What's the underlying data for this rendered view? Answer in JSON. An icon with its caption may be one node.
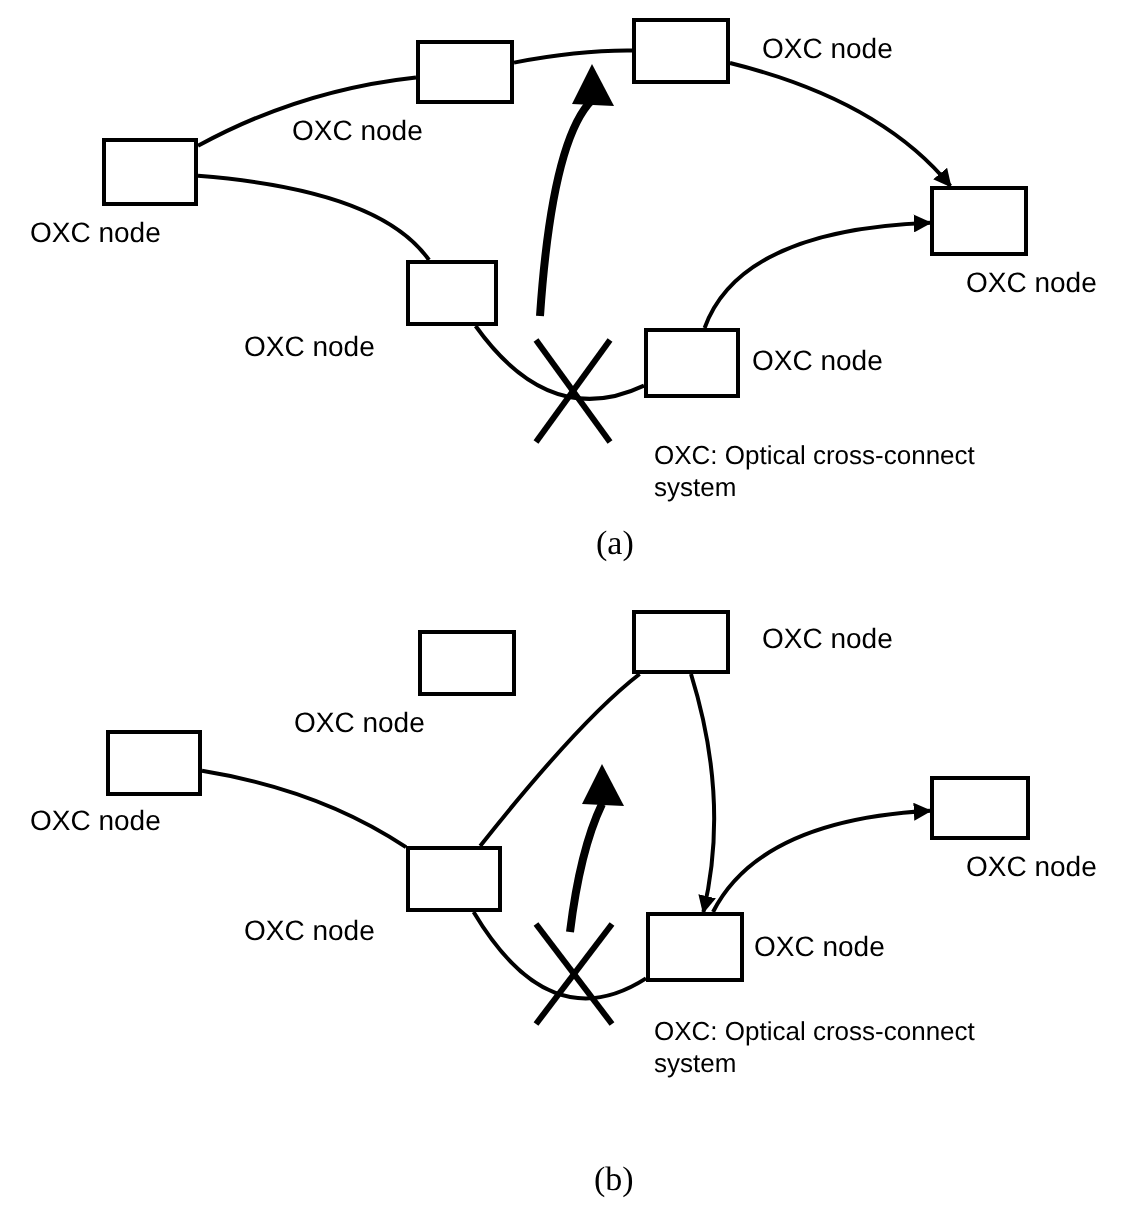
{
  "diagram": {
    "nodes": [
      {
        "text": [],
        "shape": "box",
        "beside": [
          "OXC node"
        ]
      },
      {
        "text": [],
        "shape": "box",
        "beside": [
          "OXC node"
        ]
      },
      {
        "text": [],
        "shape": "box",
        "beside": [
          "OXC node"
        ]
      },
      {
        "text": [],
        "shape": "box",
        "beside": [
          "OXC node"
        ]
      },
      {
        "text": [],
        "shape": "box",
        "beside": [
          "OXC node"
        ]
      },
      {
        "text": [],
        "shape": "box",
        "beside": [
          "OXC node"
        ]
      },
      {
        "text": [],
        "shape": "box",
        "beside": [
          "OXC node"
        ]
      },
      {
        "text": [],
        "shape": "box",
        "beside": [
          "OXC node"
        ]
      },
      {
        "text": [],
        "shape": "box",
        "beside": [
          "OXC node"
        ]
      },
      {
        "text": [],
        "shape": "box",
        "beside": [
          "OXC node"
        ]
      },
      {
        "text": [],
        "shape": "box",
        "beside": [
          "OXC node"
        ]
      },
      {
        "text": [],
        "shape": "box",
        "beside": [
          "OXC node"
        ]
      }
    ],
    "edges": [
      {
        "from": 0,
        "to": 1,
        "arrow": "none"
      },
      {
        "from": 1,
        "to": 2,
        "arrow": "none"
      },
      {
        "from": 2,
        "to": 3,
        "arrow": "to"
      },
      {
        "from": 0,
        "to": 4,
        "arrow": "none"
      },
      {
        "from": 4,
        "to": 5,
        "arrow": "none"
      },
      {
        "from": 5,
        "to": 3,
        "arrow": "to"
      },
      {
        "from": 6,
        "to": 10,
        "arrow": "none"
      },
      {
        "from": 10,
        "to": 8,
        "arrow": "none"
      },
      {
        "from": 8,
        "to": 11,
        "arrow": "to"
      },
      {
        "from": 11,
        "to": 9,
        "arrow": "to"
      },
      {
        "from": 10,
        "to": 11,
        "arrow": "none"
      }
    ],
    "labels": [
      "OXC: Optical cross-connect system",
      "(a)",
      "OXC: Optical cross-connect system",
      "(b)"
    ]
  }
}
